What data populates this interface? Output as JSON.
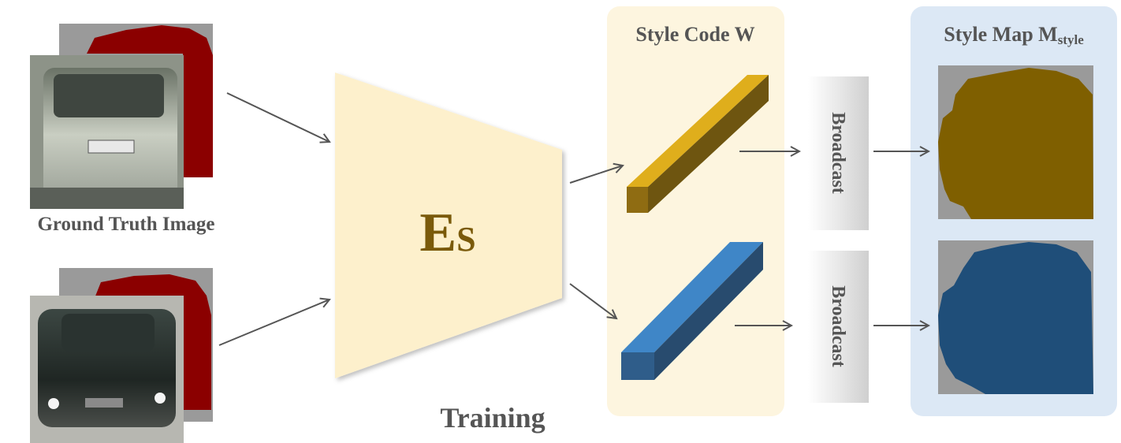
{
  "panels": {
    "style_code": {
      "title": "Style Code W",
      "fill": "#fdf5df"
    },
    "style_map": {
      "title_main": "Style Map M",
      "title_sub": "style",
      "fill": "#dce8f5"
    }
  },
  "encoder": {
    "label_main": "E",
    "label_sub": "S",
    "fill": "#fdf0cc",
    "text_color": "#7a5a0a"
  },
  "labels": {
    "ground_truth": "Ground Truth Image",
    "training": "Training"
  },
  "broadcast": {
    "top": "Broadcast",
    "bottom": "Broadcast"
  },
  "colors": {
    "gold_code": "#dfae1c",
    "blue_code": "#3f86c7",
    "gold_map": "#7f5f00",
    "blue_map": "#1f4e79",
    "mask_red": "#8b0000",
    "mask_gray": "#9a9a9a",
    "arrow": "#555555"
  }
}
